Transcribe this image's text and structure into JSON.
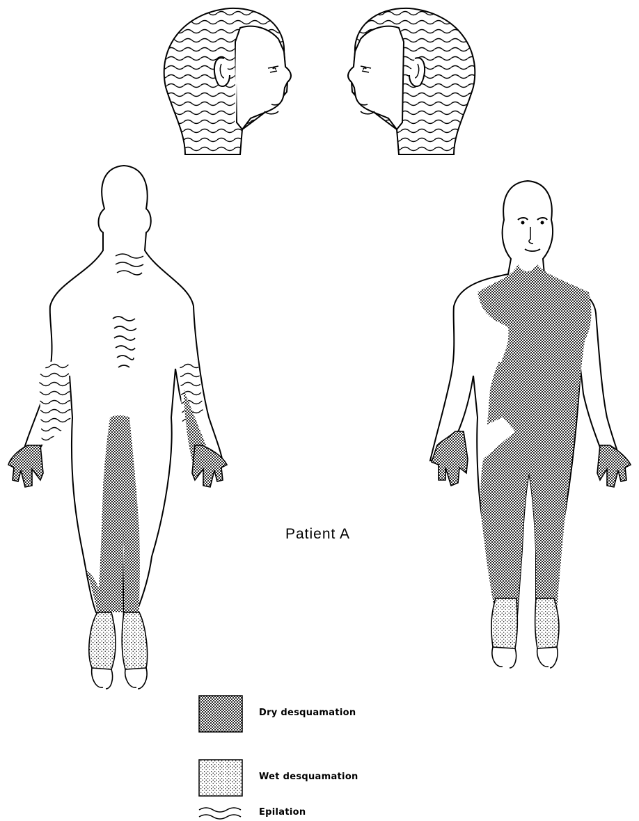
{
  "figure": {
    "caption": "Patient A"
  },
  "legend": {
    "items": [
      {
        "label": "Dry desquamation",
        "icon": "dense-dot-pattern"
      },
      {
        "label": "Wet desquamation",
        "icon": "sparse-dot-pattern"
      },
      {
        "label": "Epilation",
        "icon": "wavy-lines"
      }
    ]
  }
}
